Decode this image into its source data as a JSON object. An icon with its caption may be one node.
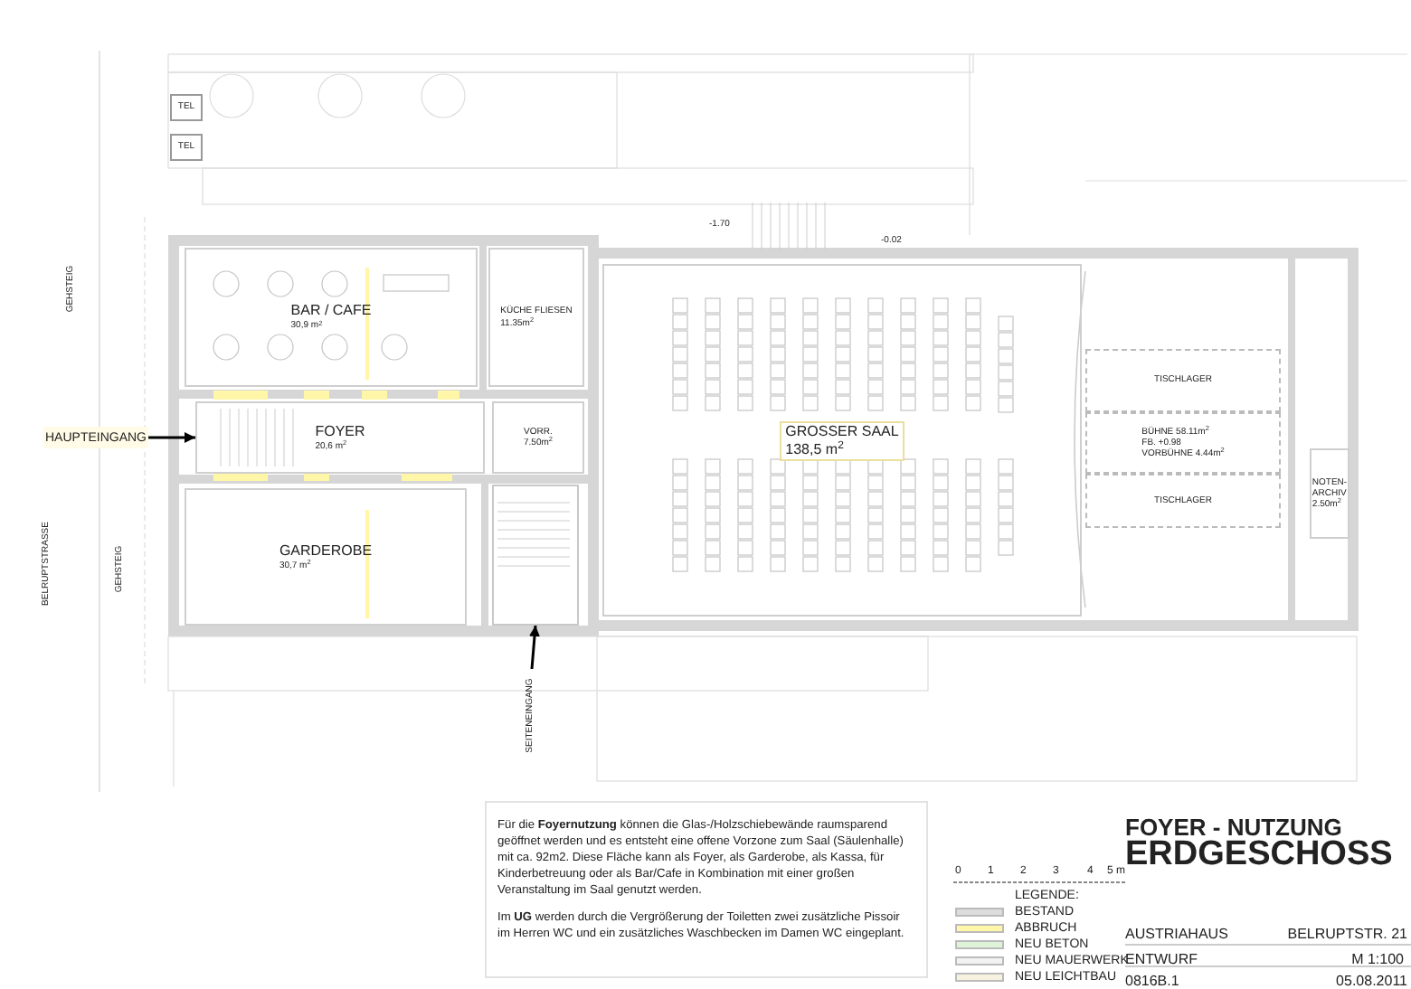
{
  "diagram": {
    "title": "FOYER - NUTZUNG",
    "nodes": [
      {
        "text": [
          "TEL"
        ]
      },
      {
        "text": [
          "TEL"
        ]
      },
      {
        "text": [
          "BAR / CAFE",
          "30,9 m$^{2}$"
        ]
      },
      {
        "text": [
          "KÜCHE FLIESEN",
          "11.35m$^{2}$"
        ]
      },
      {
        "text": [
          "HAUPTEINGANG"
        ]
      },
      {
        "text": [
          "FOYER",
          "20,6 m$^{2}$"
        ]
      },
      {
        "text": [
          "VORR.",
          "7.50m$^{2}$"
        ]
      },
      {
        "text": [
          "GARDEROBE",
          "30,7 m$^{2}$"
        ]
      },
      {
        "text": [],
        "shape": "box"
      },
      {
        "text": [
          "SEITENEINGANG"
        ]
      },
      {
        "text": [
          "GROSSER SAAL",
          "138,5 m$^{2}$"
        ]
      },
      {
        "text": [
          "TISCHLAGER"
        ]
      },
      {
        "text": [
          "BÜHNE 58.11m$^{2}$",
          "FB. +0.98",
          "VORBÜHNE 4.44m$^{2}$"
        ]
      },
      {
        "text": [
          "TISCHLAGER"
        ]
      },
      {
        "text": [
          "NOTEN-ARCHIV",
          "2.50m$^{2}$"
        ]
      }
    ],
    "edges": [
      {
        "from": 4,
        "to": 5,
        "arrow": "to"
      },
      {
        "from": 9,
        "to": 8,
        "arrow": "to"
      }
    ],
    "labels": [
      "-1.70",
      "-0.02",
      "GEHSTEIG",
      "BELRUPTSTRASSE",
      "GEHSTEIG",
      "Für die **Foyernutzung** können die Glas-/Holzschiebewände raumsparend geöffnet werden und es entsteht eine offene Vorzone zum Saal (Säulenhalle) mit ca. 92m2. Diese Fläche kann als Foyer, als Garderobe, als Kassa, für Kinderbetreuung oder als Bar/Cafe in Kombination mit einer großen Veranstaltung im Saal genutzt werden.",
      "Im **UG** werden durch die Vergrößerung der Toiletten zwei zusätzliche Pissoir im Herren WC und ein zusätzliches Waschbecken im Damen WC eingeplant.",
      "0",
      "1",
      "2",
      "3",
      "4",
      "5 m",
      "LEGENDE:",
      "ERDGESCHOSS",
      "AUSTRIAHAUS",
      "BELRUPTSTR. 21",
      "ENTWURF",
      "M 1:100",
      "0816B.1",
      "05.08.2011"
    ],
    "legend": [
      {
        "text": "BESTAND",
        "color": "#dcdcdc"
      },
      {
        "text": "ABBRUCH",
        "color": "#fff6a8"
      },
      {
        "text": "NEU BETON",
        "color": "#dff3d8"
      },
      {
        "text": "NEU MAUERWERK",
        "color": "#f2f2f2"
      },
      {
        "text": "NEU LEICHTBAU",
        "color": "#f7f1df"
      }
    ]
  }
}
